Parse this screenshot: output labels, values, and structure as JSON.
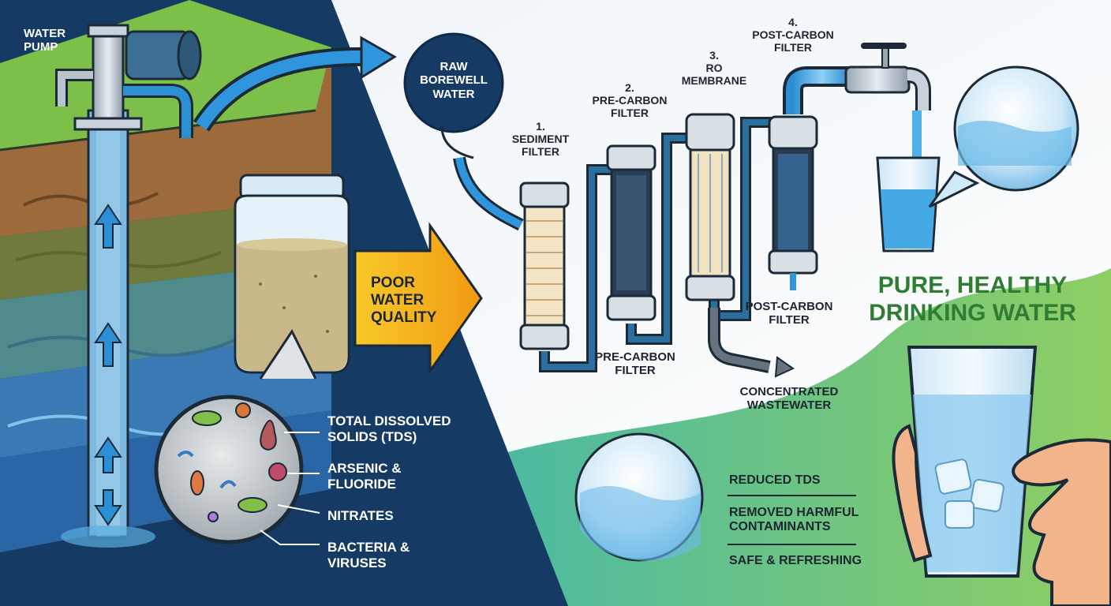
{
  "left": {
    "pump_label": [
      "WATER",
      "PUMP"
    ],
    "jar_callout": "POOR WATER QUALITY",
    "contaminants": [
      [
        "TOTAL DISSOLVED",
        "SOLIDS (TDS)"
      ],
      [
        "ARSENIC &",
        "FLUORIDE"
      ],
      [
        "NITRATES"
      ],
      [
        "BACTERIA &",
        "VIRUSES"
      ]
    ]
  },
  "process": {
    "source_bubble": [
      "RAW",
      "BOREWELL",
      "WATER"
    ],
    "stages": [
      {
        "number": "1.",
        "name": [
          "SEDIMENT",
          "FILTER"
        ]
      },
      {
        "number": "2.",
        "name": [
          "PRE-CARBON",
          "FILTER"
        ]
      },
      {
        "number": "3.",
        "name": [
          "RO",
          "MEMBRANE"
        ]
      },
      {
        "number": "4.",
        "name": [
          "POST-CARBON",
          "FILTER"
        ]
      }
    ],
    "lower_labels": {
      "pre_carbon": [
        "PRE-CARBON",
        "FILTER"
      ],
      "post_carbon": [
        "POST-CARBON",
        "FILTER"
      ],
      "waste": [
        "CONCENTRATED",
        "WASTEWATER"
      ]
    }
  },
  "result": {
    "headline": [
      "PURE, HEALTHY",
      "DRINKING WATER"
    ],
    "benefits": [
      "REDUCED TDS",
      "REMOVED HARMFUL CONTAMINANTS",
      "SAFE & REFRESHING"
    ]
  },
  "colors": {
    "navy": "#153a63",
    "water_blue": "#3a9ad9",
    "arrow_yellow": "#f5b51c",
    "headline_green": "#2e7d32",
    "grass": "#7cc04a",
    "soil": "#8b5a2b"
  }
}
